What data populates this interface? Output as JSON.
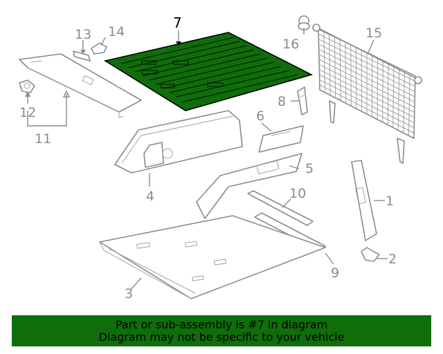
{
  "diagram": {
    "highlight_color": "#0f6d0a",
    "part_color": "#8a8a8a",
    "highlighted_part": "7",
    "callouts": {
      "c1": "1",
      "c2": "2",
      "c3": "3",
      "c4": "4",
      "c5": "5",
      "c6": "6",
      "c7": "7",
      "c8": "8",
      "c9": "9",
      "c10": "10",
      "c11": "11",
      "c12": "12",
      "c13": "13",
      "c14": "14",
      "c15": "15",
      "c16": "16"
    }
  },
  "banner": {
    "line1": "Part or sub-assembly is #7 in diagram",
    "line2": "Diagram may not be specific to your vehicle",
    "background": "#0f6d0a"
  }
}
